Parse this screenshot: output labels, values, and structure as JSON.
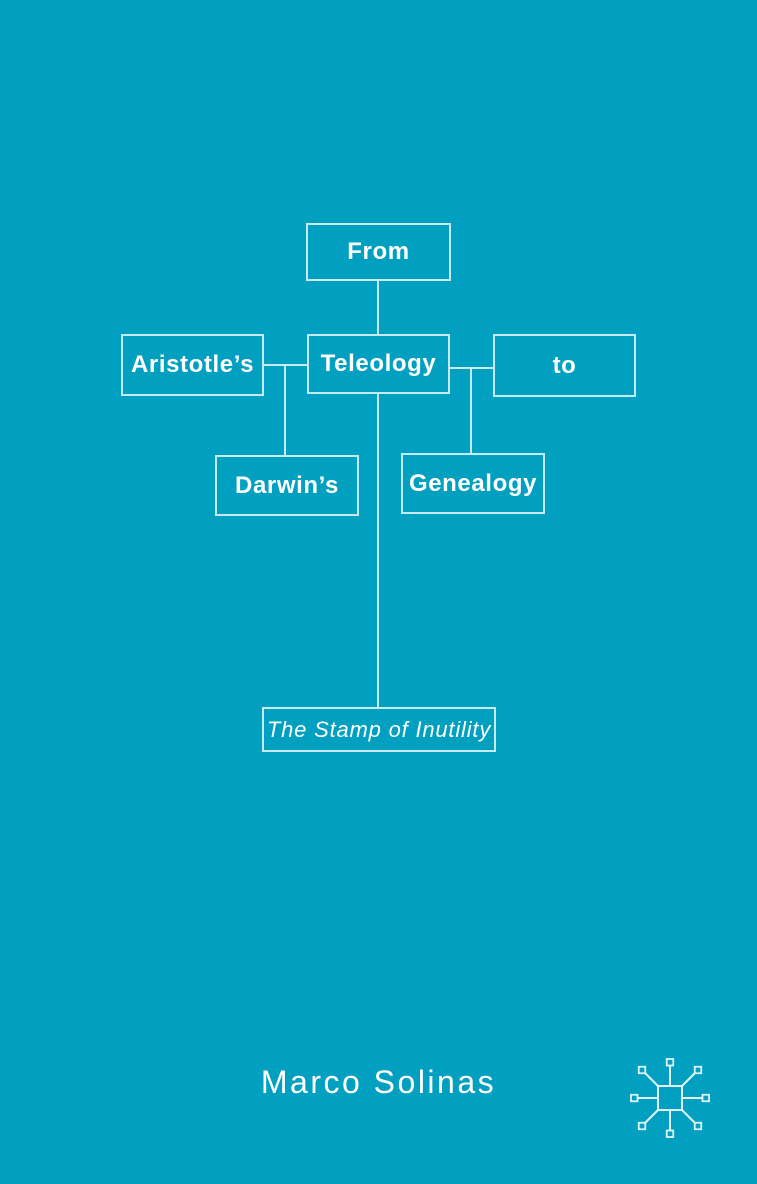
{
  "cover": {
    "background_color": "#01A0C1",
    "line_color": "#C6E8EF",
    "text_color": "#FFFFFF",
    "boxes": {
      "from": "From",
      "aristotles": "Aristotle’s",
      "teleology": "Teleology",
      "to": "to",
      "darwins": "Darwin’s",
      "genealogy": "Genealogy"
    },
    "subtitle": "The Stamp of Inutility",
    "author": "Marco Solinas",
    "logo_icon": "network-nodes-logo",
    "connections": [
      "from-teleology",
      "aristotles-teleology",
      "teleology-to",
      "aristotles_branch-darwins",
      "to_branch-genealogy",
      "teleology-subtitle"
    ]
  }
}
